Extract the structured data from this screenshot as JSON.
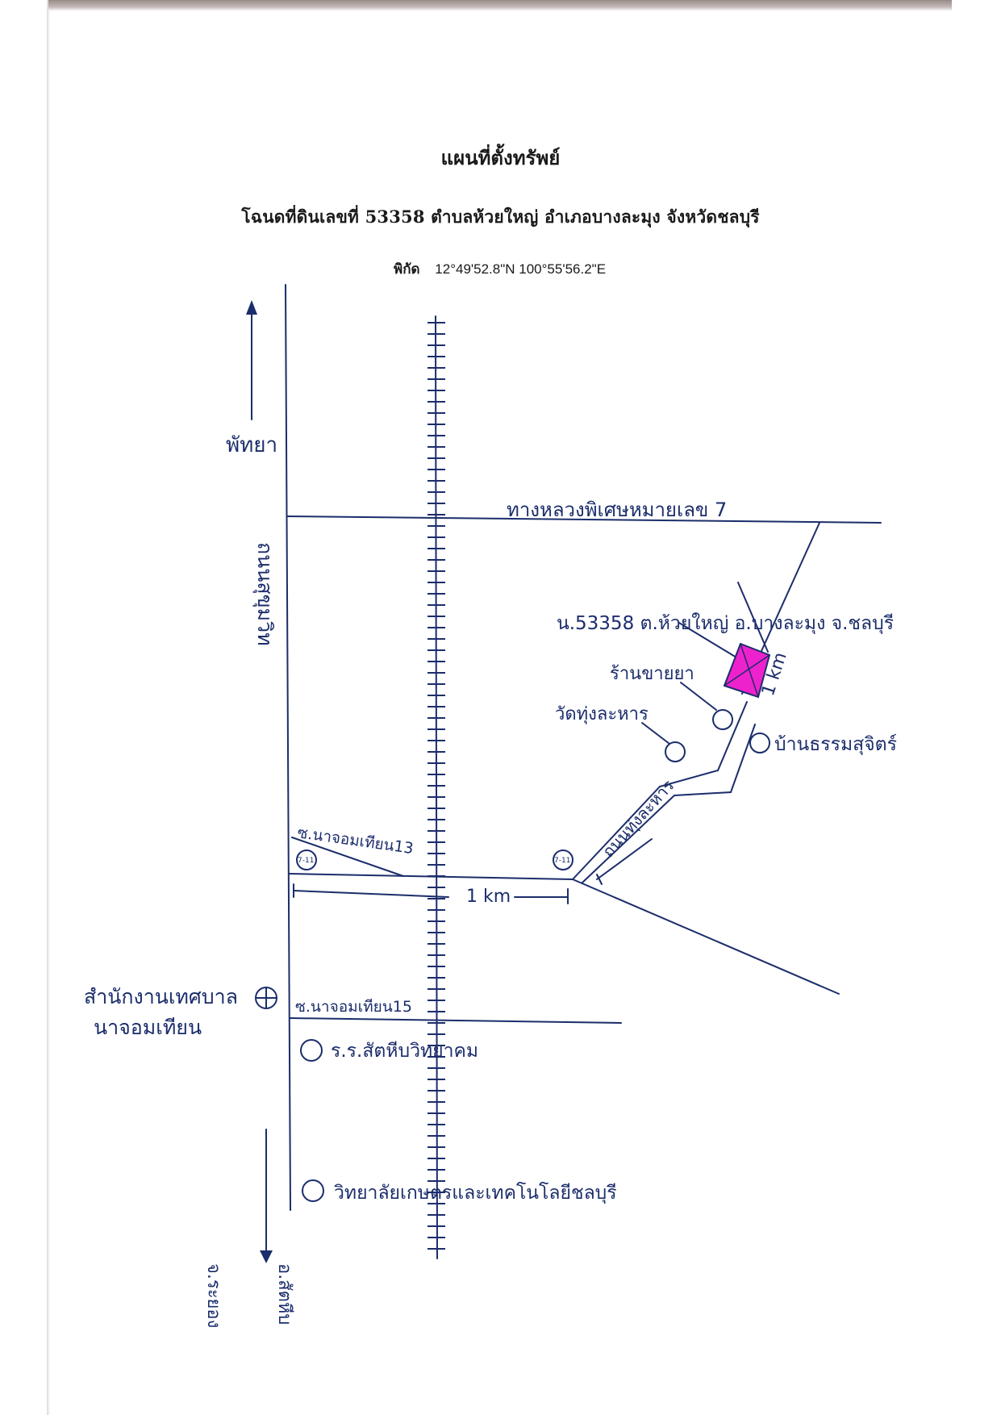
{
  "header": {
    "title": "แผนที่ตั้งทรัพย์",
    "subtitle": "โฉนดที่ดินเลขที่ 53358 ตำบลห้วยใหญ่ อำเภอบางละมุง จังหวัดชลบุรี",
    "coords_label": "พิกัด",
    "coords_value": "12°49'52.8\"N 100°55'56.2\"E"
  },
  "map": {
    "direction_north": "พัทยา",
    "highway_7": "ทางหลวงพิเศษหมายเลข 7",
    "sukhumvit": "ถนนสุขุมวิท",
    "parcel": "น.53358 ต.ห้วยใหญ่ อ.บางละมุง จ.ชลบุรี",
    "shop": "ร้านขายยา",
    "temple": "วัดทุ่งละหาร",
    "village": "บ้านธรรมสุจิตร์",
    "road_tunglahan": "ถนนทุ่งละหาร",
    "soi_13": "ซ.นาจอมเทียน13",
    "soi_15": "ซ.นาจอมเทียน15",
    "seven_eleven": "7-11",
    "distance_1km": "1 km",
    "distance_1km_b": "1 km",
    "municipality": "สำนักงานเทศบาล",
    "municipality_2": "นาจอมเทียน",
    "school": "ร.ร.สัตหีบวิทยาคม",
    "college": "วิทยาลัยเกษตรและเทคโนโลยีชลบุรี",
    "direction_south_1": "อ.สัตหีบ",
    "direction_south_2": "จ.ระยอง",
    "parcel_color": "#ee22cc",
    "ink_color": "#1b2d6b"
  }
}
